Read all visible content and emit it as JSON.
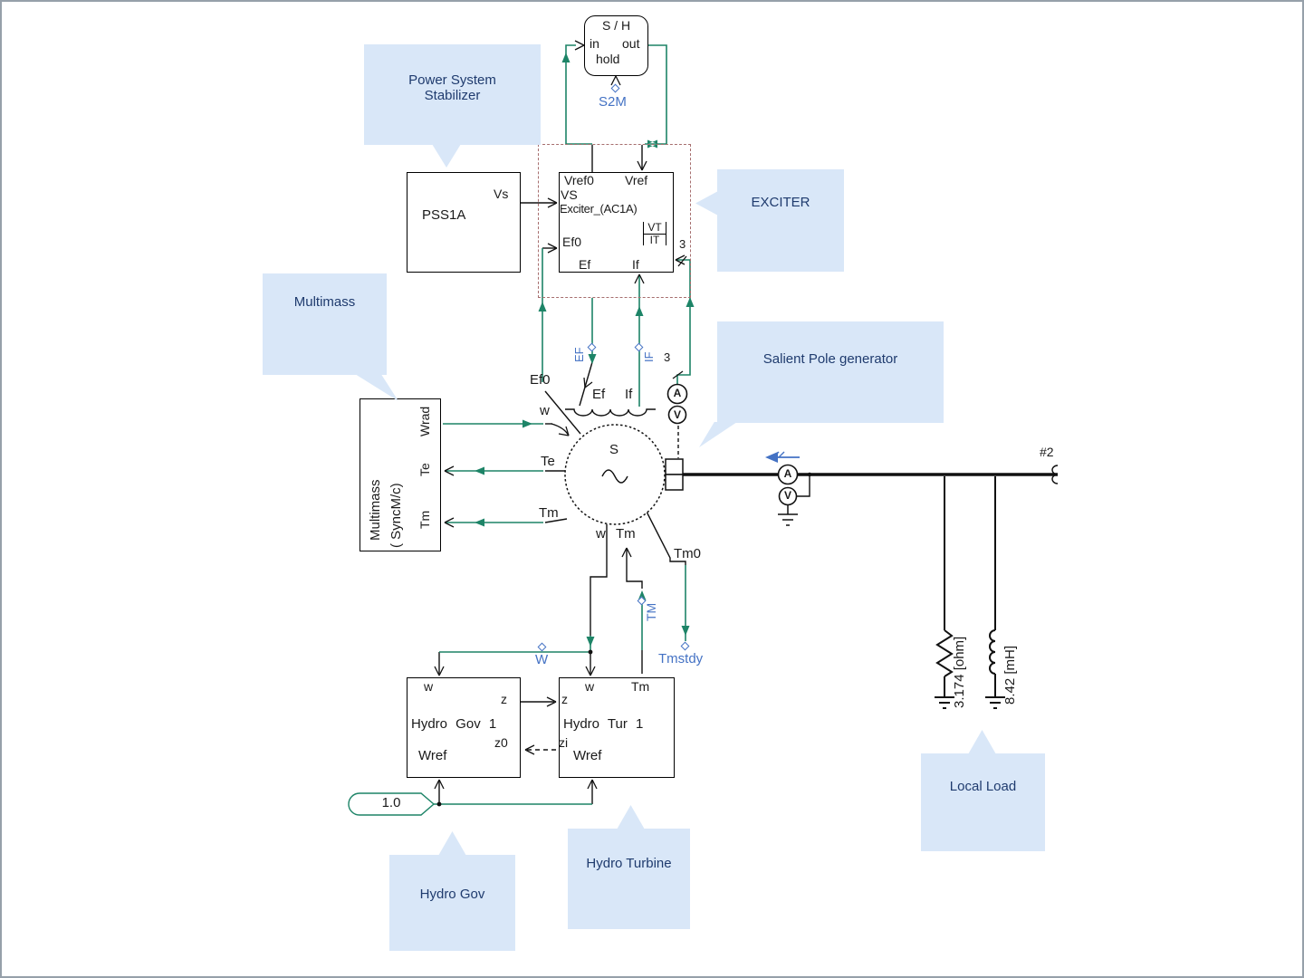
{
  "colors": {
    "wire_green": "#1d8467",
    "wire_black": "#111111",
    "label_blue": "#4472c4",
    "callout_bg": "#d9e7f8",
    "callout_text": "#1f3b6e",
    "group_dash": "#a66e6e"
  },
  "sh": {
    "title": "S / H",
    "in": "in",
    "out": "out",
    "hold": "hold"
  },
  "pss": {
    "name": "PSS1A",
    "vs": "Vs"
  },
  "exciter": {
    "vref0": "Vref0",
    "vref": "Vref",
    "vs": "VS",
    "name": "Exciter_(AC1A)",
    "ef0": "Ef0",
    "ef": "Ef",
    "if": "If",
    "vt": "VT",
    "it": "IT"
  },
  "gen": {
    "s": "S",
    "ef0": "Ef0",
    "w": "w",
    "te": "Te",
    "tm": "Tm",
    "w_b": "w",
    "tm_b": "Tm",
    "tm0": "Tm0",
    "ef": "Ef",
    "if": "If"
  },
  "multimass": {
    "title": "Multimass",
    "subtitle": "( SyncM/c)",
    "wrad": "Wrad",
    "te": "Te",
    "tm": "Tm"
  },
  "gov": {
    "name": "Hydro Gov 1",
    "w": "w",
    "z": "z",
    "z0": "z0",
    "wref": "Wref"
  },
  "tur": {
    "name": "Hydro Tur 1",
    "z": "z",
    "w": "w",
    "tm": "Tm",
    "zi": "zi",
    "wref": "Wref"
  },
  "labels": {
    "s2m": "S2M",
    "w": "W",
    "tm": "TM",
    "ef": "EF",
    "if": "IF",
    "tmstdy": "Tmstdy",
    "three_a": "3",
    "three_b": "3"
  },
  "source": {
    "value": "1.0"
  },
  "meters": {
    "a": "A",
    "v": "V"
  },
  "bus": {
    "tag": "#2"
  },
  "load": {
    "r": "3.174 [ohm]",
    "l": "8.42 [mH]"
  },
  "callouts": {
    "pss": "Power System Stabilizer",
    "exciter": "EXCITER",
    "multimass": "Multimass",
    "generator": "Salient Pole generator",
    "gov": "Hydro Gov",
    "turbine": "Hydro Turbine",
    "load": "Local Load"
  }
}
